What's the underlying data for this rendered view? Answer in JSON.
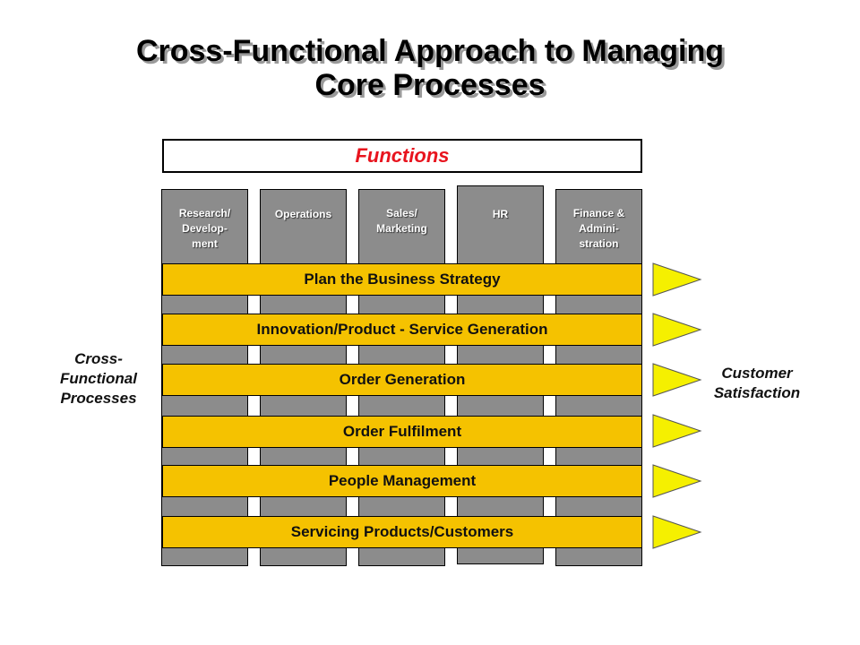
{
  "title": {
    "line1": "Cross-Functional Approach to Managing",
    "line2": "Core Processes"
  },
  "functions_header": "Functions",
  "functions": [
    {
      "label": "Research/\nDevelop-\nment"
    },
    {
      "label": "Operations"
    },
    {
      "label": "Sales/\nMarketing"
    },
    {
      "label": "HR"
    },
    {
      "label": "Finance &\nAdmini-\nstration"
    }
  ],
  "processes": [
    {
      "label": "Plan the Business Strategy"
    },
    {
      "label": "Innovation/Product - Service Generation"
    },
    {
      "label": "Order Generation"
    },
    {
      "label": "Order Fulfilment"
    },
    {
      "label": "People Management"
    },
    {
      "label": "Servicing Products/Customers"
    }
  ],
  "left_label": {
    "line1": "Cross-",
    "line2": "Functional",
    "line3": "Processes"
  },
  "right_label": {
    "line1": "Customer",
    "line2": "Satisfaction"
  },
  "colors": {
    "process_fill": "#f5c200",
    "arrow_fill": "#f5f000",
    "column_fill": "#8c8c8c",
    "header_text": "#e8141e"
  }
}
